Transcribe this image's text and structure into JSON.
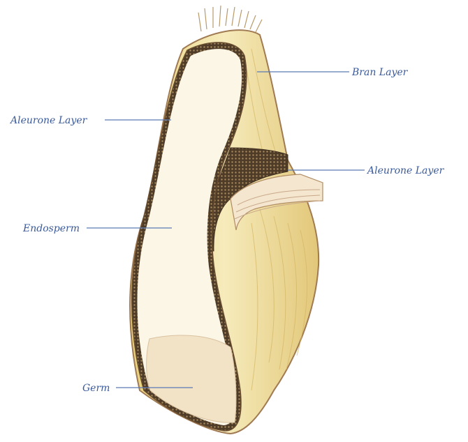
{
  "labels": {
    "bran_layer": "Bran Layer",
    "aleurone_layer_left": "Aleurone Layer",
    "aleurone_layer_right": "Aleurone Layer",
    "endosperm": "Endosperm",
    "germ": "Germ"
  },
  "colors": {
    "label_text": "#3a5a9a",
    "leader_line": "#5a7ab5",
    "endosperm": "#fbf6e6",
    "bran": "#eedc9a",
    "aleurone_band": "#5a4630",
    "germ": "#f2e2c6",
    "outline": "#a07a52"
  }
}
